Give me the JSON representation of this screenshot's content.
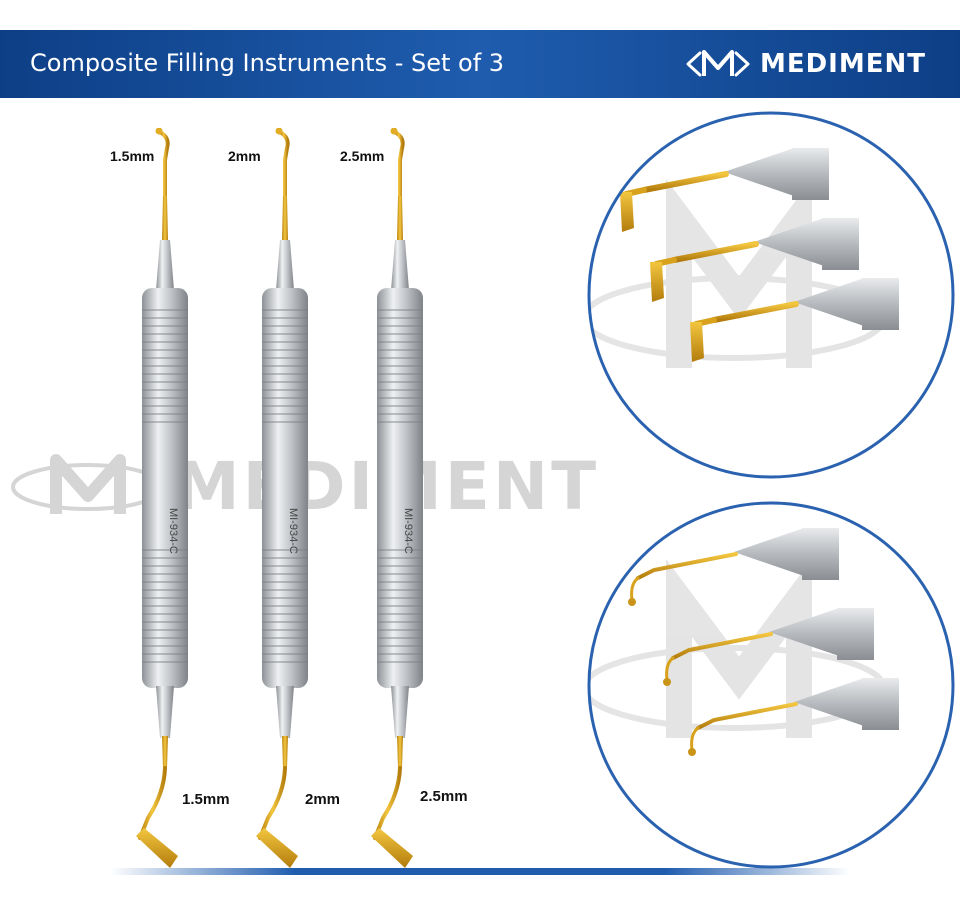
{
  "header": {
    "title": "Composite Filling Instruments - Set of 3",
    "brand": "MEDIMENT",
    "brand_logo_icon": "mediment-m-logo-icon"
  },
  "instruments": [
    {
      "top_label": "1.5mm",
      "bottom_label": "1.5mm",
      "engraving": "MI-934-C"
    },
    {
      "top_label": "2mm",
      "bottom_label": "2mm",
      "engraving": "MI-934-C"
    },
    {
      "top_label": "2.5mm",
      "bottom_label": "2.5mm",
      "engraving": "MI-934-C"
    }
  ],
  "watermark": {
    "text": "MEDIMENT"
  },
  "colors": {
    "header_blue": "#1f5cae",
    "gold": "#d9a21c",
    "steel": "#b9bcc0",
    "circle_border": "#2a62b0"
  }
}
